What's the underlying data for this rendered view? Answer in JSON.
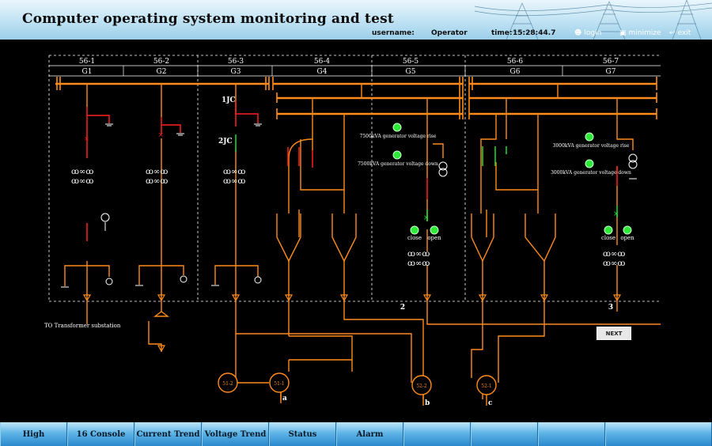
{
  "header": {
    "title": "Computer operating system monitoring and test",
    "username_label": "username:",
    "username_value": "Operator",
    "time_label": "time:",
    "time_value": "15:28:44.7",
    "login": "login",
    "minimize": "minimize",
    "exit": "exit"
  },
  "diagram": {
    "bays": [
      {
        "code": "56-1",
        "gen": "G1"
      },
      {
        "code": "56-2",
        "gen": "G2"
      },
      {
        "code": "56-3",
        "gen": "G3"
      },
      {
        "code": "56-4",
        "gen": "G4"
      },
      {
        "code": "56-5",
        "gen": "G5"
      },
      {
        "code": "56-6",
        "gen": "G6"
      },
      {
        "code": "56-7",
        "gen": "G7"
      }
    ],
    "switch_1jc": "1JC",
    "switch_2jc": "2JC",
    "g5_rise": "7500kVA generator voltage rise",
    "g5_down": "7500kVA generator voltage down",
    "g7_rise": "3000kVA generator voltage rise",
    "g7_down": "3000kVA generator voltage down",
    "close": "close",
    "open": "open",
    "section_2": "2",
    "section_3": "3",
    "transformer_label": "TO Transformer substation",
    "breakers": [
      "51-2",
      "51-1",
      "52-2",
      "52-1"
    ],
    "phase_a": "a",
    "phase_b": "b",
    "phase_c": "c",
    "next": "NEXT",
    "colors": {
      "bus": "#ff8c1a",
      "closed": "#ff2020",
      "open": "#22dd33",
      "indicator": "#2ee83a"
    }
  },
  "footer": {
    "tabs": [
      "High",
      "16 Console",
      "Current Trend",
      "Voltage Trend",
      "Status",
      "Alarm",
      "",
      "",
      "",
      ""
    ]
  }
}
